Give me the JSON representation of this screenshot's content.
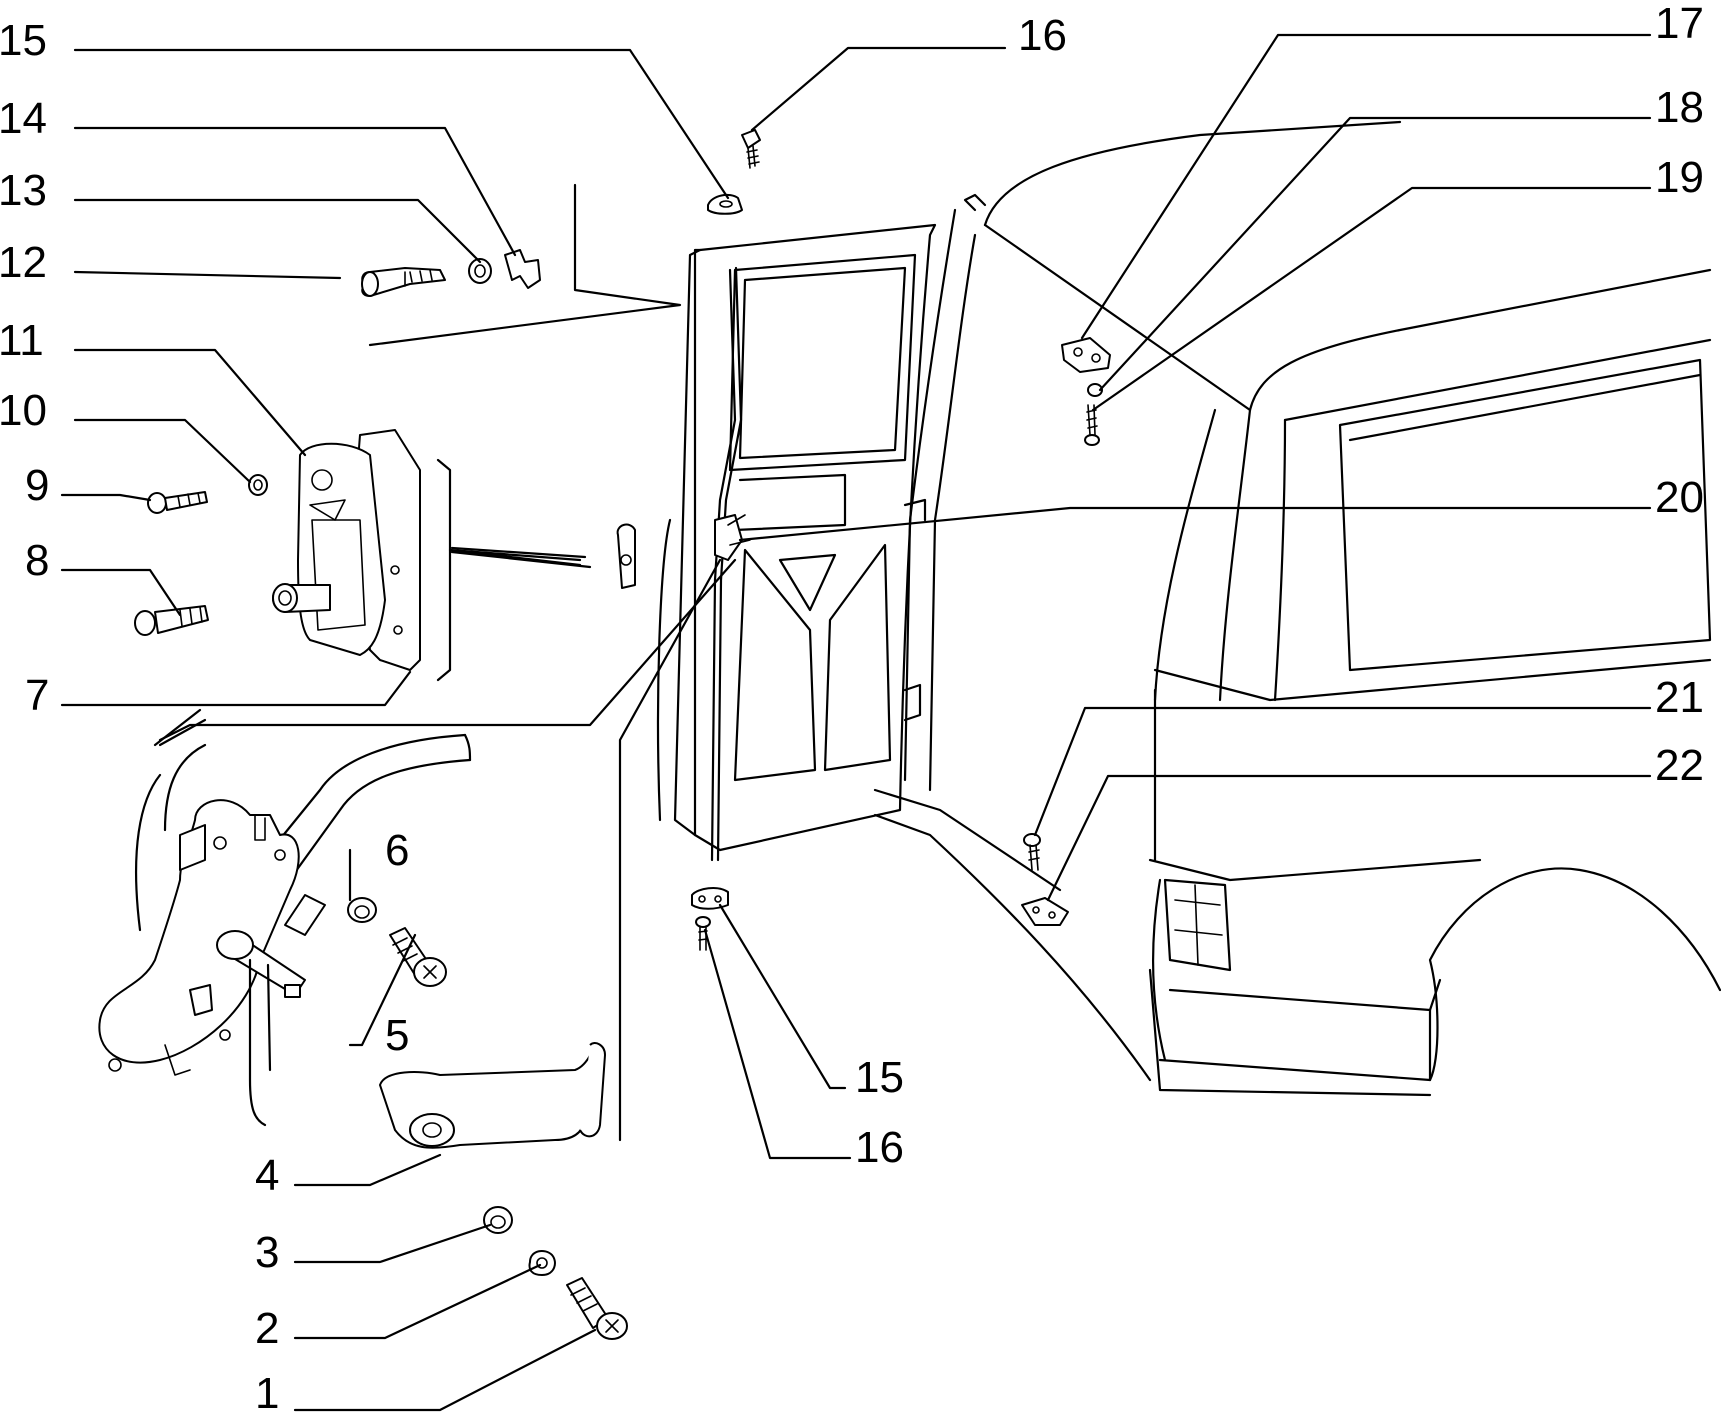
{
  "diagram": {
    "callouts": [
      {
        "id": "1",
        "label": "1"
      },
      {
        "id": "2",
        "label": "2"
      },
      {
        "id": "3",
        "label": "3"
      },
      {
        "id": "4",
        "label": "4"
      },
      {
        "id": "5",
        "label": "5"
      },
      {
        "id": "6",
        "label": "6"
      },
      {
        "id": "7",
        "label": "7"
      },
      {
        "id": "8",
        "label": "8"
      },
      {
        "id": "9",
        "label": "9"
      },
      {
        "id": "10",
        "label": "10"
      },
      {
        "id": "11",
        "label": "11"
      },
      {
        "id": "12",
        "label": "12"
      },
      {
        "id": "13",
        "label": "13"
      },
      {
        "id": "14",
        "label": "14"
      },
      {
        "id": "15a",
        "label": "15"
      },
      {
        "id": "16a",
        "label": "16"
      },
      {
        "id": "17",
        "label": "17"
      },
      {
        "id": "18",
        "label": "18"
      },
      {
        "id": "19",
        "label": "19"
      },
      {
        "id": "20",
        "label": "20"
      },
      {
        "id": "21",
        "label": "21"
      },
      {
        "id": "22",
        "label": "22"
      },
      {
        "id": "15b",
        "label": "15"
      },
      {
        "id": "16b",
        "label": "16"
      }
    ]
  }
}
